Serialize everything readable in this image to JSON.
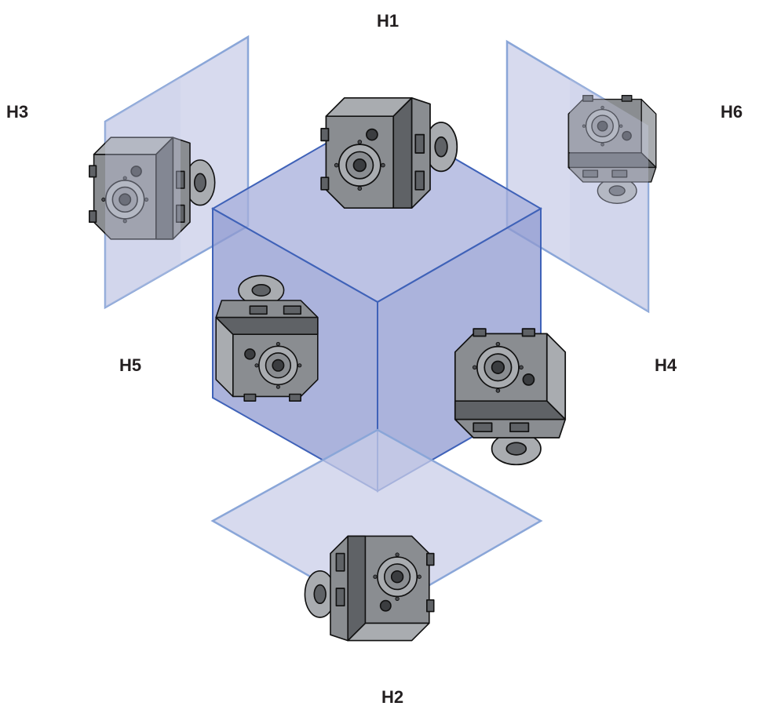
{
  "diagram": {
    "labels": {
      "h1": "H1",
      "h2": "H2",
      "h3": "H3",
      "h4": "H4",
      "h5": "H5",
      "h6": "H6"
    },
    "colors": {
      "cube_fill": "#8f99d0",
      "cube_edge": "#3f62b8",
      "plane_fill": "#c9cde8",
      "plane_edge": "#8aa6d8",
      "gearbox_body": "#8a8d91",
      "label_text": "#231f20"
    },
    "icons": {
      "gearbox": "gearbox-icon"
    }
  }
}
